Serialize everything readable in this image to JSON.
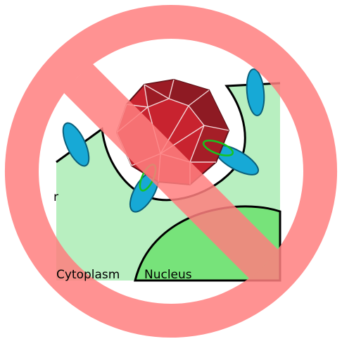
{
  "labels": {
    "cytoplasm": "Cytoplasm",
    "nucleus": "Nucleus",
    "clipped_left": "r"
  },
  "colors": {
    "cytoplasm_fill": "#b8efc0",
    "nucleus_fill": "#77e37a",
    "membrane_stroke": "#000000",
    "receptor_fill": "#17a9d6",
    "receptor_stroke": "#0b5f7a",
    "virus_fill": "#c8232f",
    "virus_dark": "#8e1a23",
    "virus_edge": "#f3d6d8",
    "binding_ring": "#17c41f",
    "prohibition_sign": "#ff7f7f",
    "page_background": "#ffffff"
  },
  "icons": {
    "overlay": "prohibition-sign-icon",
    "particle": "icosahedral-virus-icon",
    "receptor": "membrane-receptor-icon"
  }
}
